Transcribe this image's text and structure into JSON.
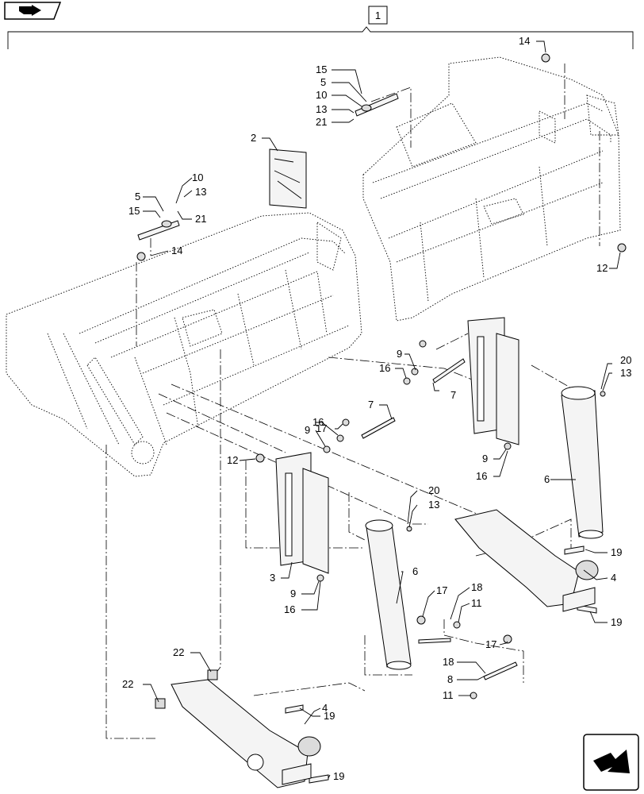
{
  "header": {
    "icon": "book-arrow-icon",
    "assembly_ref": "1"
  },
  "footer": {
    "icon": "next-page-arrow-icon"
  },
  "callouts": [
    {
      "num": "14"
    },
    {
      "num": "15"
    },
    {
      "num": "5"
    },
    {
      "num": "10"
    },
    {
      "num": "13"
    },
    {
      "num": "21"
    },
    {
      "num": "2"
    },
    {
      "num": "10"
    },
    {
      "num": "13"
    },
    {
      "num": "5"
    },
    {
      "num": "15"
    },
    {
      "num": "21"
    },
    {
      "num": "14"
    },
    {
      "num": "12"
    },
    {
      "num": "9"
    },
    {
      "num": "16"
    },
    {
      "num": "7"
    },
    {
      "num": "20"
    },
    {
      "num": "13"
    },
    {
      "num": "17"
    },
    {
      "num": "7"
    },
    {
      "num": "16"
    },
    {
      "num": "9"
    },
    {
      "num": "12"
    },
    {
      "num": "9"
    },
    {
      "num": "16"
    },
    {
      "num": "6"
    },
    {
      "num": "20"
    },
    {
      "num": "13"
    },
    {
      "num": "19"
    },
    {
      "num": "4"
    },
    {
      "num": "3"
    },
    {
      "num": "6"
    },
    {
      "num": "9"
    },
    {
      "num": "16"
    },
    {
      "num": "17"
    },
    {
      "num": "18"
    },
    {
      "num": "11"
    },
    {
      "num": "19"
    },
    {
      "num": "17"
    },
    {
      "num": "22"
    },
    {
      "num": "18"
    },
    {
      "num": "8"
    },
    {
      "num": "22"
    },
    {
      "num": "11"
    },
    {
      "num": "19"
    },
    {
      "num": "4"
    },
    {
      "num": "19"
    }
  ]
}
